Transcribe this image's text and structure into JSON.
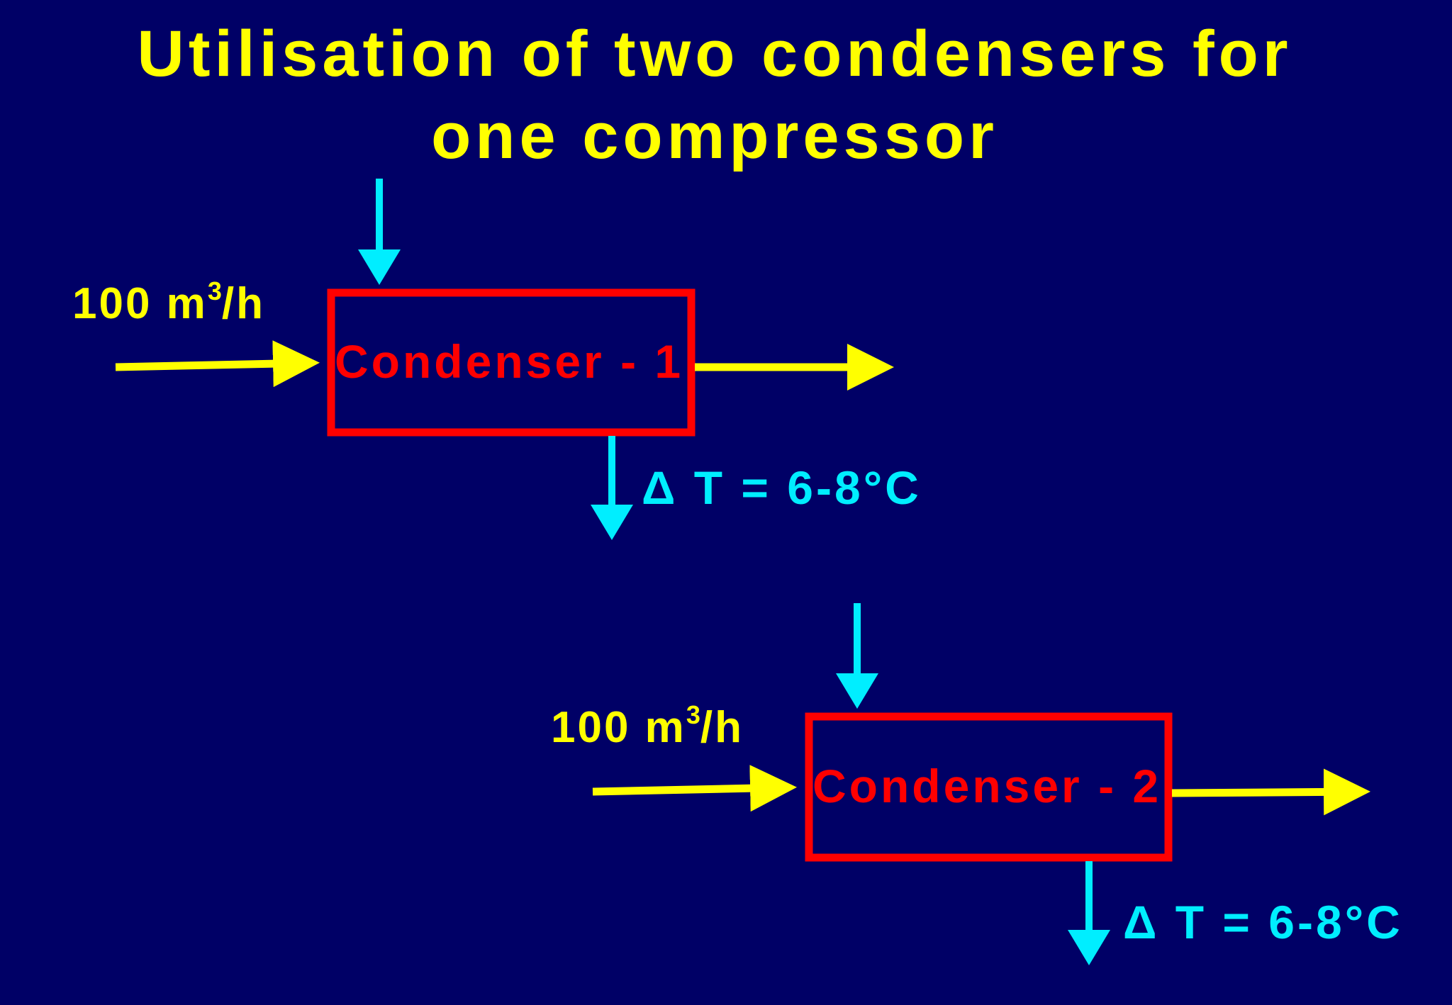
{
  "title": {
    "line1": "Utilisation of two condensers for",
    "line2": "one compressor"
  },
  "colors": {
    "background": "#000066",
    "title": "#ffff00",
    "flow_arrow": "#ffff00",
    "cooling_arrow": "#00eeff",
    "condenser_box": "#ff0000"
  },
  "condensers": [
    {
      "label": "Condenser - 1",
      "flow_value": "100 m",
      "flow_sup": "3",
      "flow_unit": "/h",
      "delta_t": "Δ T = 6-8°C"
    },
    {
      "label": "Condenser - 2",
      "flow_value": "100 m",
      "flow_sup": "3",
      "flow_unit": "/h",
      "delta_t": "Δ T = 6-8°C"
    }
  ]
}
